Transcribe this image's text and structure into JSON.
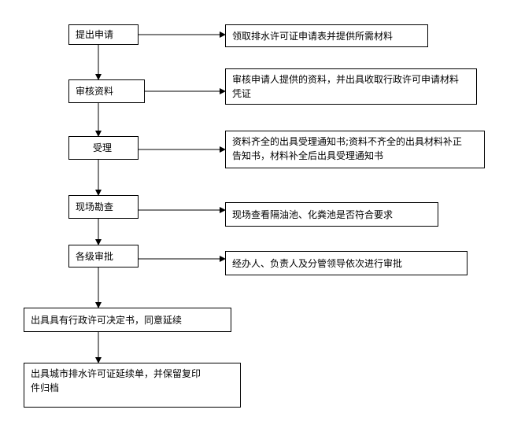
{
  "flow": {
    "steps": [
      "提出申请",
      "审核资料",
      "受理",
      "现场勘查",
      "各级审批",
      "出具具有行政许可决定书，同意延续",
      "出具城市排水许可证延续单，并保留复印件归档"
    ],
    "notes": [
      "领取排水许可证申请表并提供所需材料",
      "审核申请人提供的资料，并出具收取行政许可申请材料凭证",
      "资料齐全的出具受理通知书;资料不齐全的出具材料补正告知书，材料补全后出具受理通知书",
      "现场查看隔油池、化粪池是否符合要求",
      "经办人、负责人及分管领导依次进行审批"
    ]
  }
}
